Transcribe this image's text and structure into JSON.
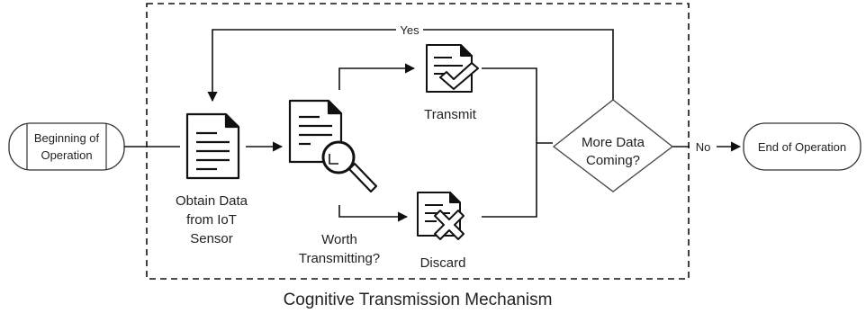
{
  "nodes": {
    "start": {
      "line1": "Beginning of",
      "line2": "Operation"
    },
    "end": {
      "label": "End of Operation"
    },
    "obtain": {
      "line1": "Obtain Data",
      "line2": "from IoT",
      "line3": "Sensor"
    },
    "worth": {
      "line1": "Worth",
      "line2": "Transmitting?"
    },
    "transmit": {
      "label": "Transmit"
    },
    "discard": {
      "label": "Discard"
    },
    "decision": {
      "line1": "More Data",
      "line2": "Coming?"
    }
  },
  "edges": {
    "yes": "Yes",
    "no": "No"
  },
  "container": {
    "caption": "Cognitive Transmission Mechanism"
  },
  "icons": [
    "document-icon",
    "document-search-icon",
    "document-check-icon",
    "document-cross-icon"
  ]
}
